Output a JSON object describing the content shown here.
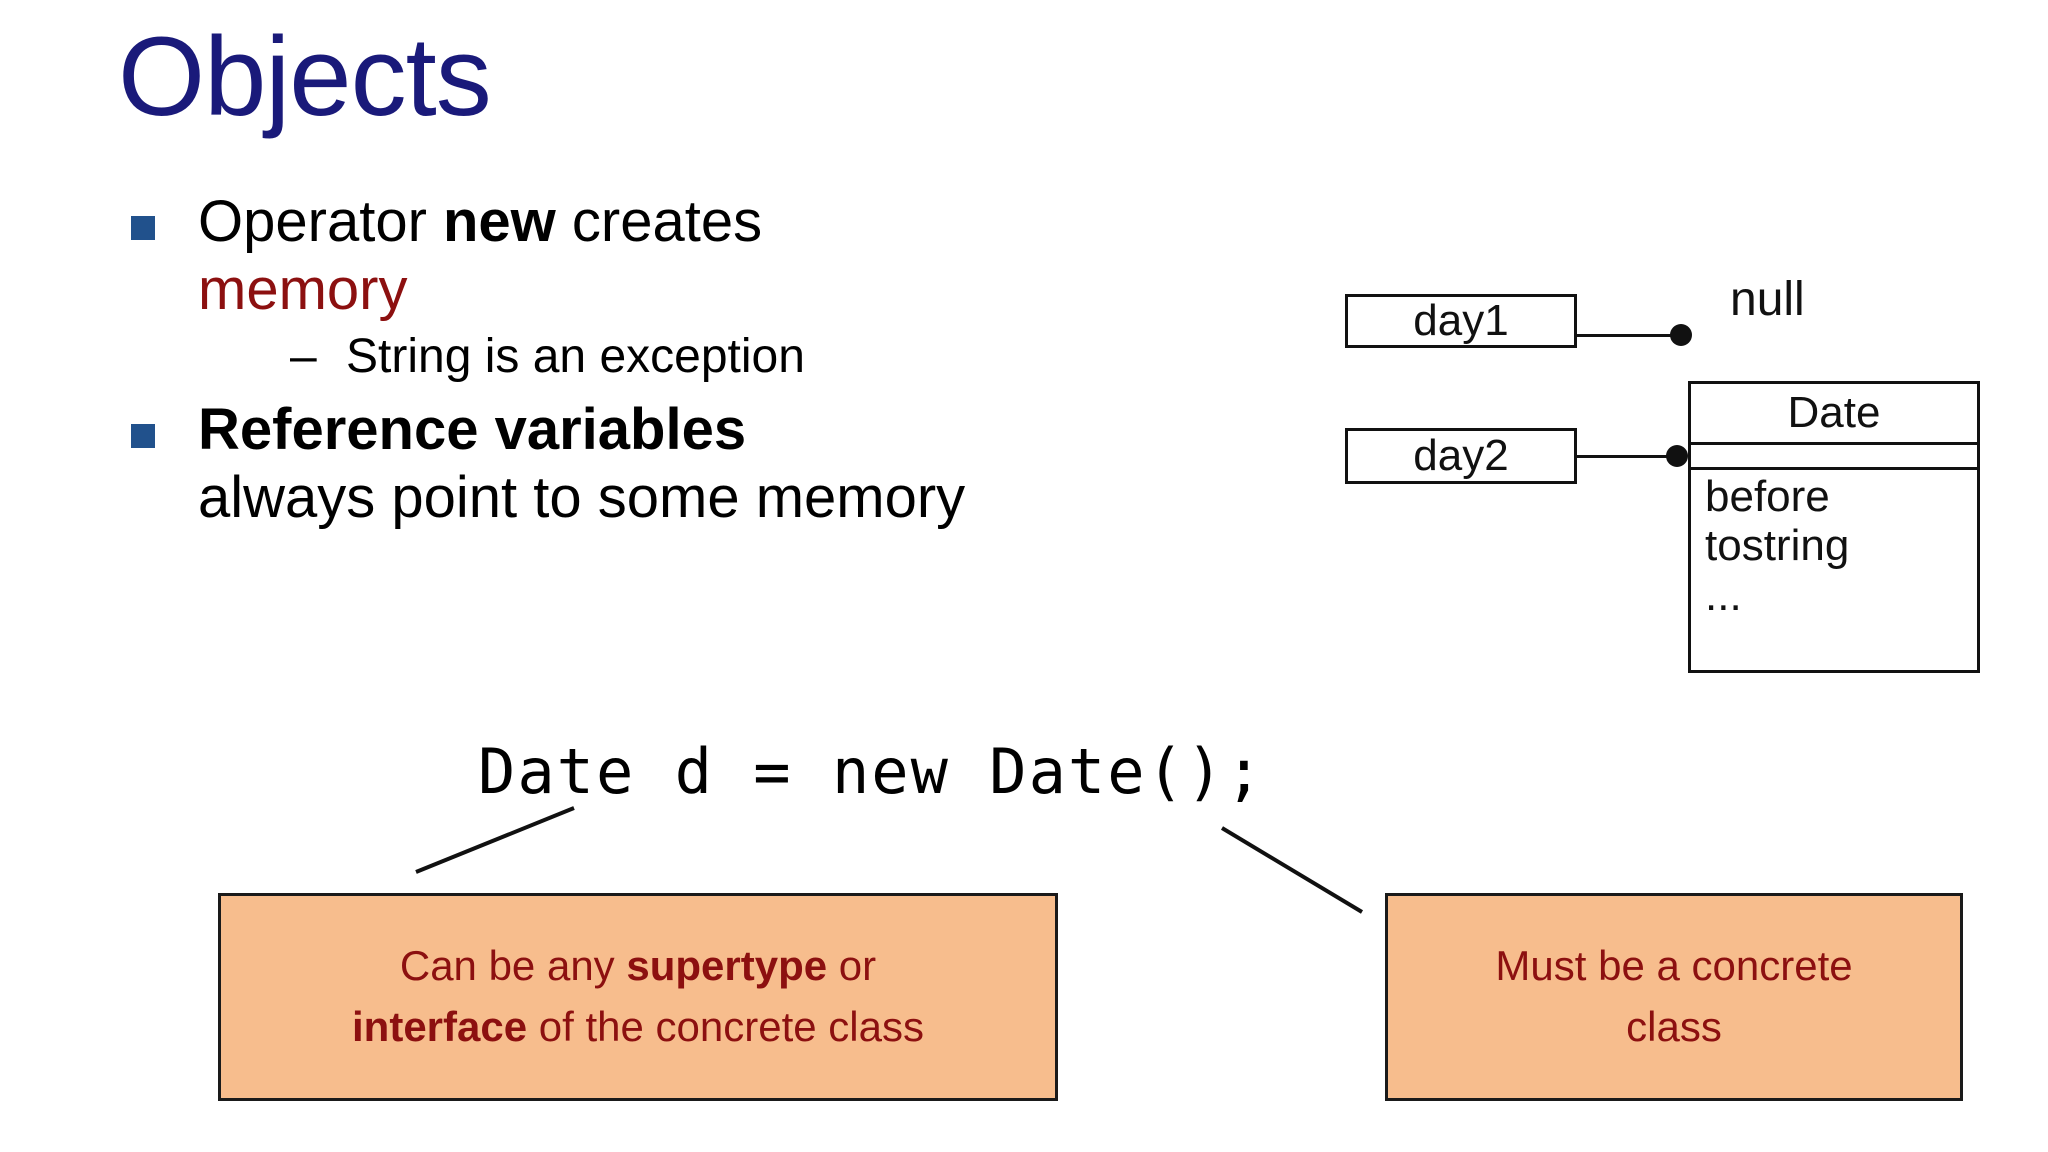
{
  "slide": {
    "title": "Objects",
    "title_color": "#1a1a7a",
    "background": "#ffffff"
  },
  "bullets": [
    {
      "marker": "square-bullet",
      "segments": [
        {
          "text": "Operator ",
          "style": "normal"
        },
        {
          "text": "new",
          "style": "bold"
        },
        {
          "text": " creates",
          "style": "normal"
        }
      ],
      "line1": "Operator ",
      "line1_bold": "new",
      "line1_tail": " creates",
      "line2": "memory",
      "line2_color": "#8c1010",
      "sub": {
        "dash": "–",
        "text": "String is an exception"
      }
    },
    {
      "marker": "square-bullet",
      "line1_bold": "Reference variables",
      "line2": "always point to some memory"
    }
  ],
  "code": {
    "text": "Date d = new Date();"
  },
  "diagram": {
    "var_boxes": [
      {
        "label": "day1"
      },
      {
        "label": "day2"
      }
    ],
    "null_label": "null",
    "class_box": {
      "name": "Date",
      "fields": [],
      "methods": [
        "before",
        "tostring",
        "..."
      ]
    }
  },
  "callouts": [
    {
      "id": "left",
      "line1_pre": "Can be any ",
      "line1_bold": "supertype",
      "line1_post": " or",
      "line2_bold": "interface",
      "line2_post": " of the concrete class",
      "bg": "#f7bd8d",
      "color": "#8c1010"
    },
    {
      "id": "right",
      "line1": "Must be a concrete",
      "line2": "class",
      "bg": "#f7bd8d",
      "color": "#8c1010"
    }
  ],
  "colors": {
    "bullet_marker": "#21518c",
    "accent_red": "#8c1010",
    "title_blue": "#1a1a7a",
    "callout_bg": "#f7bd8d",
    "outline": "#111111"
  }
}
